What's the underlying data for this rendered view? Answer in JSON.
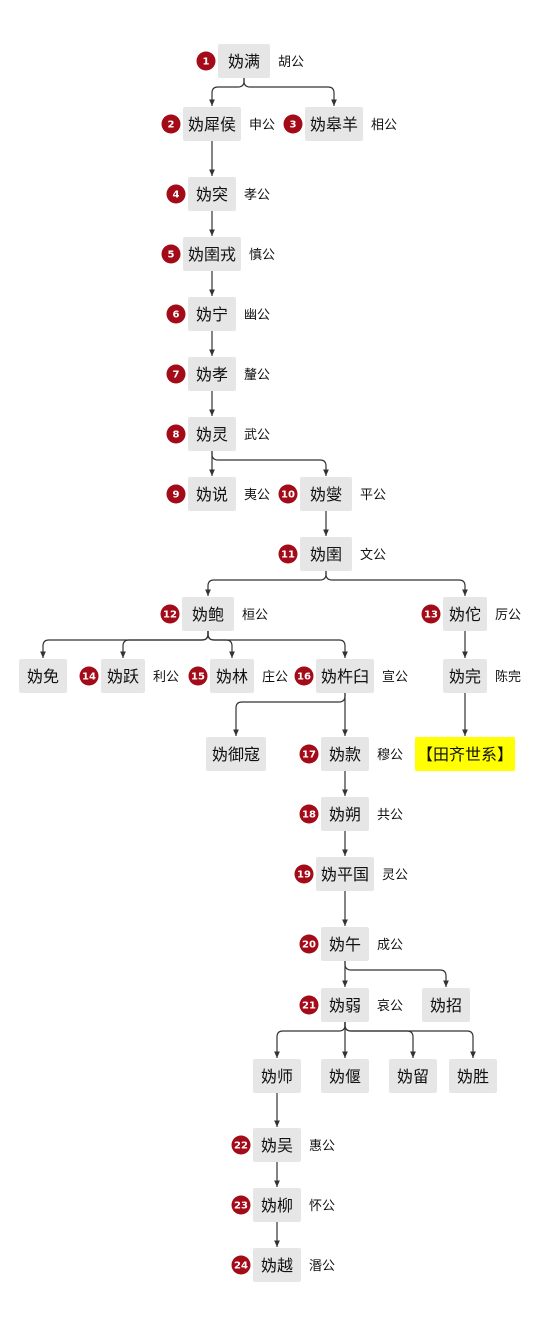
{
  "nodes": [
    {
      "id": "n1",
      "name": "妫满",
      "order": "1",
      "title": "胡公"
    },
    {
      "id": "n2",
      "name": "妫犀侯",
      "order": "2",
      "title": "申公"
    },
    {
      "id": "n3",
      "name": "妫皋羊",
      "order": "3",
      "title": "相公"
    },
    {
      "id": "n4",
      "name": "妫突",
      "order": "4",
      "title": "孝公"
    },
    {
      "id": "n5",
      "name": "妫圉戎",
      "order": "5",
      "title": "慎公"
    },
    {
      "id": "n6",
      "name": "妫宁",
      "order": "6",
      "title": "幽公"
    },
    {
      "id": "n7",
      "name": "妫孝",
      "order": "7",
      "title": "釐公"
    },
    {
      "id": "n8",
      "name": "妫灵",
      "order": "8",
      "title": "武公"
    },
    {
      "id": "n9",
      "name": "妫说",
      "order": "9",
      "title": "夷公"
    },
    {
      "id": "n10",
      "name": "妫燮",
      "order": "10",
      "title": "平公"
    },
    {
      "id": "n11",
      "name": "妫圉",
      "order": "11",
      "title": "文公"
    },
    {
      "id": "n12",
      "name": "妫鲍",
      "order": "12",
      "title": "桓公"
    },
    {
      "id": "n13",
      "name": "妫佗",
      "order": "13",
      "title": "厉公"
    },
    {
      "id": "nMian",
      "name": "妫免",
      "order": "",
      "title": ""
    },
    {
      "id": "n14",
      "name": "妫跃",
      "order": "14",
      "title": "利公"
    },
    {
      "id": "n15",
      "name": "妫林",
      "order": "15",
      "title": "庄公"
    },
    {
      "id": "n16",
      "name": "妫杵臼",
      "order": "16",
      "title": "宣公"
    },
    {
      "id": "nWan",
      "name": "妫完",
      "order": "",
      "title": "陈完"
    },
    {
      "id": "nTian",
      "name": "【田齐世系】",
      "order": "",
      "title": "",
      "highlight": true
    },
    {
      "id": "nYukou",
      "name": "妫御寇",
      "order": "",
      "title": ""
    },
    {
      "id": "n17",
      "name": "妫款",
      "order": "17",
      "title": "穆公"
    },
    {
      "id": "n18",
      "name": "妫朔",
      "order": "18",
      "title": "共公"
    },
    {
      "id": "n19",
      "name": "妫平国",
      "order": "19",
      "title": "灵公"
    },
    {
      "id": "n20",
      "name": "妫午",
      "order": "20",
      "title": "成公"
    },
    {
      "id": "n21",
      "name": "妫弱",
      "order": "21",
      "title": "哀公"
    },
    {
      "id": "nZhao",
      "name": "妫招",
      "order": "",
      "title": ""
    },
    {
      "id": "nShi",
      "name": "妫师",
      "order": "",
      "title": ""
    },
    {
      "id": "nYan",
      "name": "妫偃",
      "order": "",
      "title": ""
    },
    {
      "id": "nLiu",
      "name": "妫留",
      "order": "",
      "title": ""
    },
    {
      "id": "nSheng",
      "name": "妫胜",
      "order": "",
      "title": ""
    },
    {
      "id": "n22",
      "name": "妫吴",
      "order": "22",
      "title": "惠公"
    },
    {
      "id": "n23",
      "name": "妫柳",
      "order": "23",
      "title": "怀公"
    },
    {
      "id": "n24",
      "name": "妫越",
      "order": "24",
      "title": "湣公"
    }
  ],
  "edges": [
    [
      "n1",
      "n2"
    ],
    [
      "n1",
      "n3"
    ],
    [
      "n2",
      "n4"
    ],
    [
      "n4",
      "n5"
    ],
    [
      "n5",
      "n6"
    ],
    [
      "n6",
      "n7"
    ],
    [
      "n7",
      "n8"
    ],
    [
      "n8",
      "n9"
    ],
    [
      "n8",
      "n10"
    ],
    [
      "n10",
      "n11"
    ],
    [
      "n11",
      "n12"
    ],
    [
      "n11",
      "n13"
    ],
    [
      "n12",
      "nMian"
    ],
    [
      "n12",
      "n14"
    ],
    [
      "n12",
      "n15"
    ],
    [
      "n12",
      "n16"
    ],
    [
      "n13",
      "nWan"
    ],
    [
      "nWan",
      "nTian"
    ],
    [
      "n16",
      "nYukou"
    ],
    [
      "n16",
      "n17"
    ],
    [
      "n17",
      "n18"
    ],
    [
      "n18",
      "n19"
    ],
    [
      "n19",
      "n20"
    ],
    [
      "n20",
      "n21"
    ],
    [
      "n20",
      "nZhao"
    ],
    [
      "n21",
      "nShi"
    ],
    [
      "n21",
      "nYan"
    ],
    [
      "n21",
      "nLiu"
    ],
    [
      "n21",
      "nSheng"
    ],
    [
      "nShi",
      "n22"
    ],
    [
      "n22",
      "n23"
    ],
    [
      "n23",
      "n24"
    ]
  ],
  "colors": {
    "badge": "#a40b19",
    "box": "#e6e6e6",
    "highlight": "#ffff00",
    "edge": "#333333"
  }
}
